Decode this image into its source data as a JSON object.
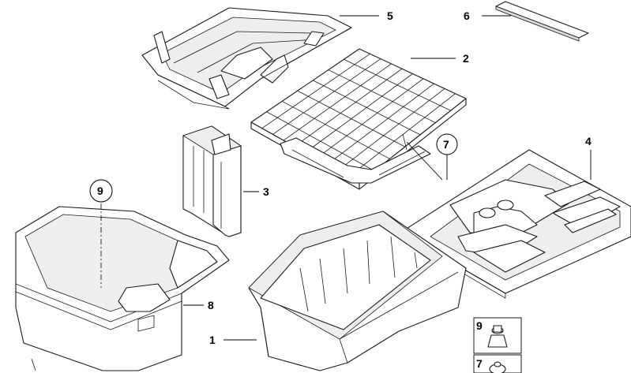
{
  "callouts": {
    "c1": "1",
    "c2": "2",
    "c3": "3",
    "c4": "4",
    "c5": "5",
    "c6": "6",
    "c7_circle": "7",
    "c8": "8",
    "c9_circle": "9",
    "c9_detail": "9",
    "c7_detail": "7"
  }
}
